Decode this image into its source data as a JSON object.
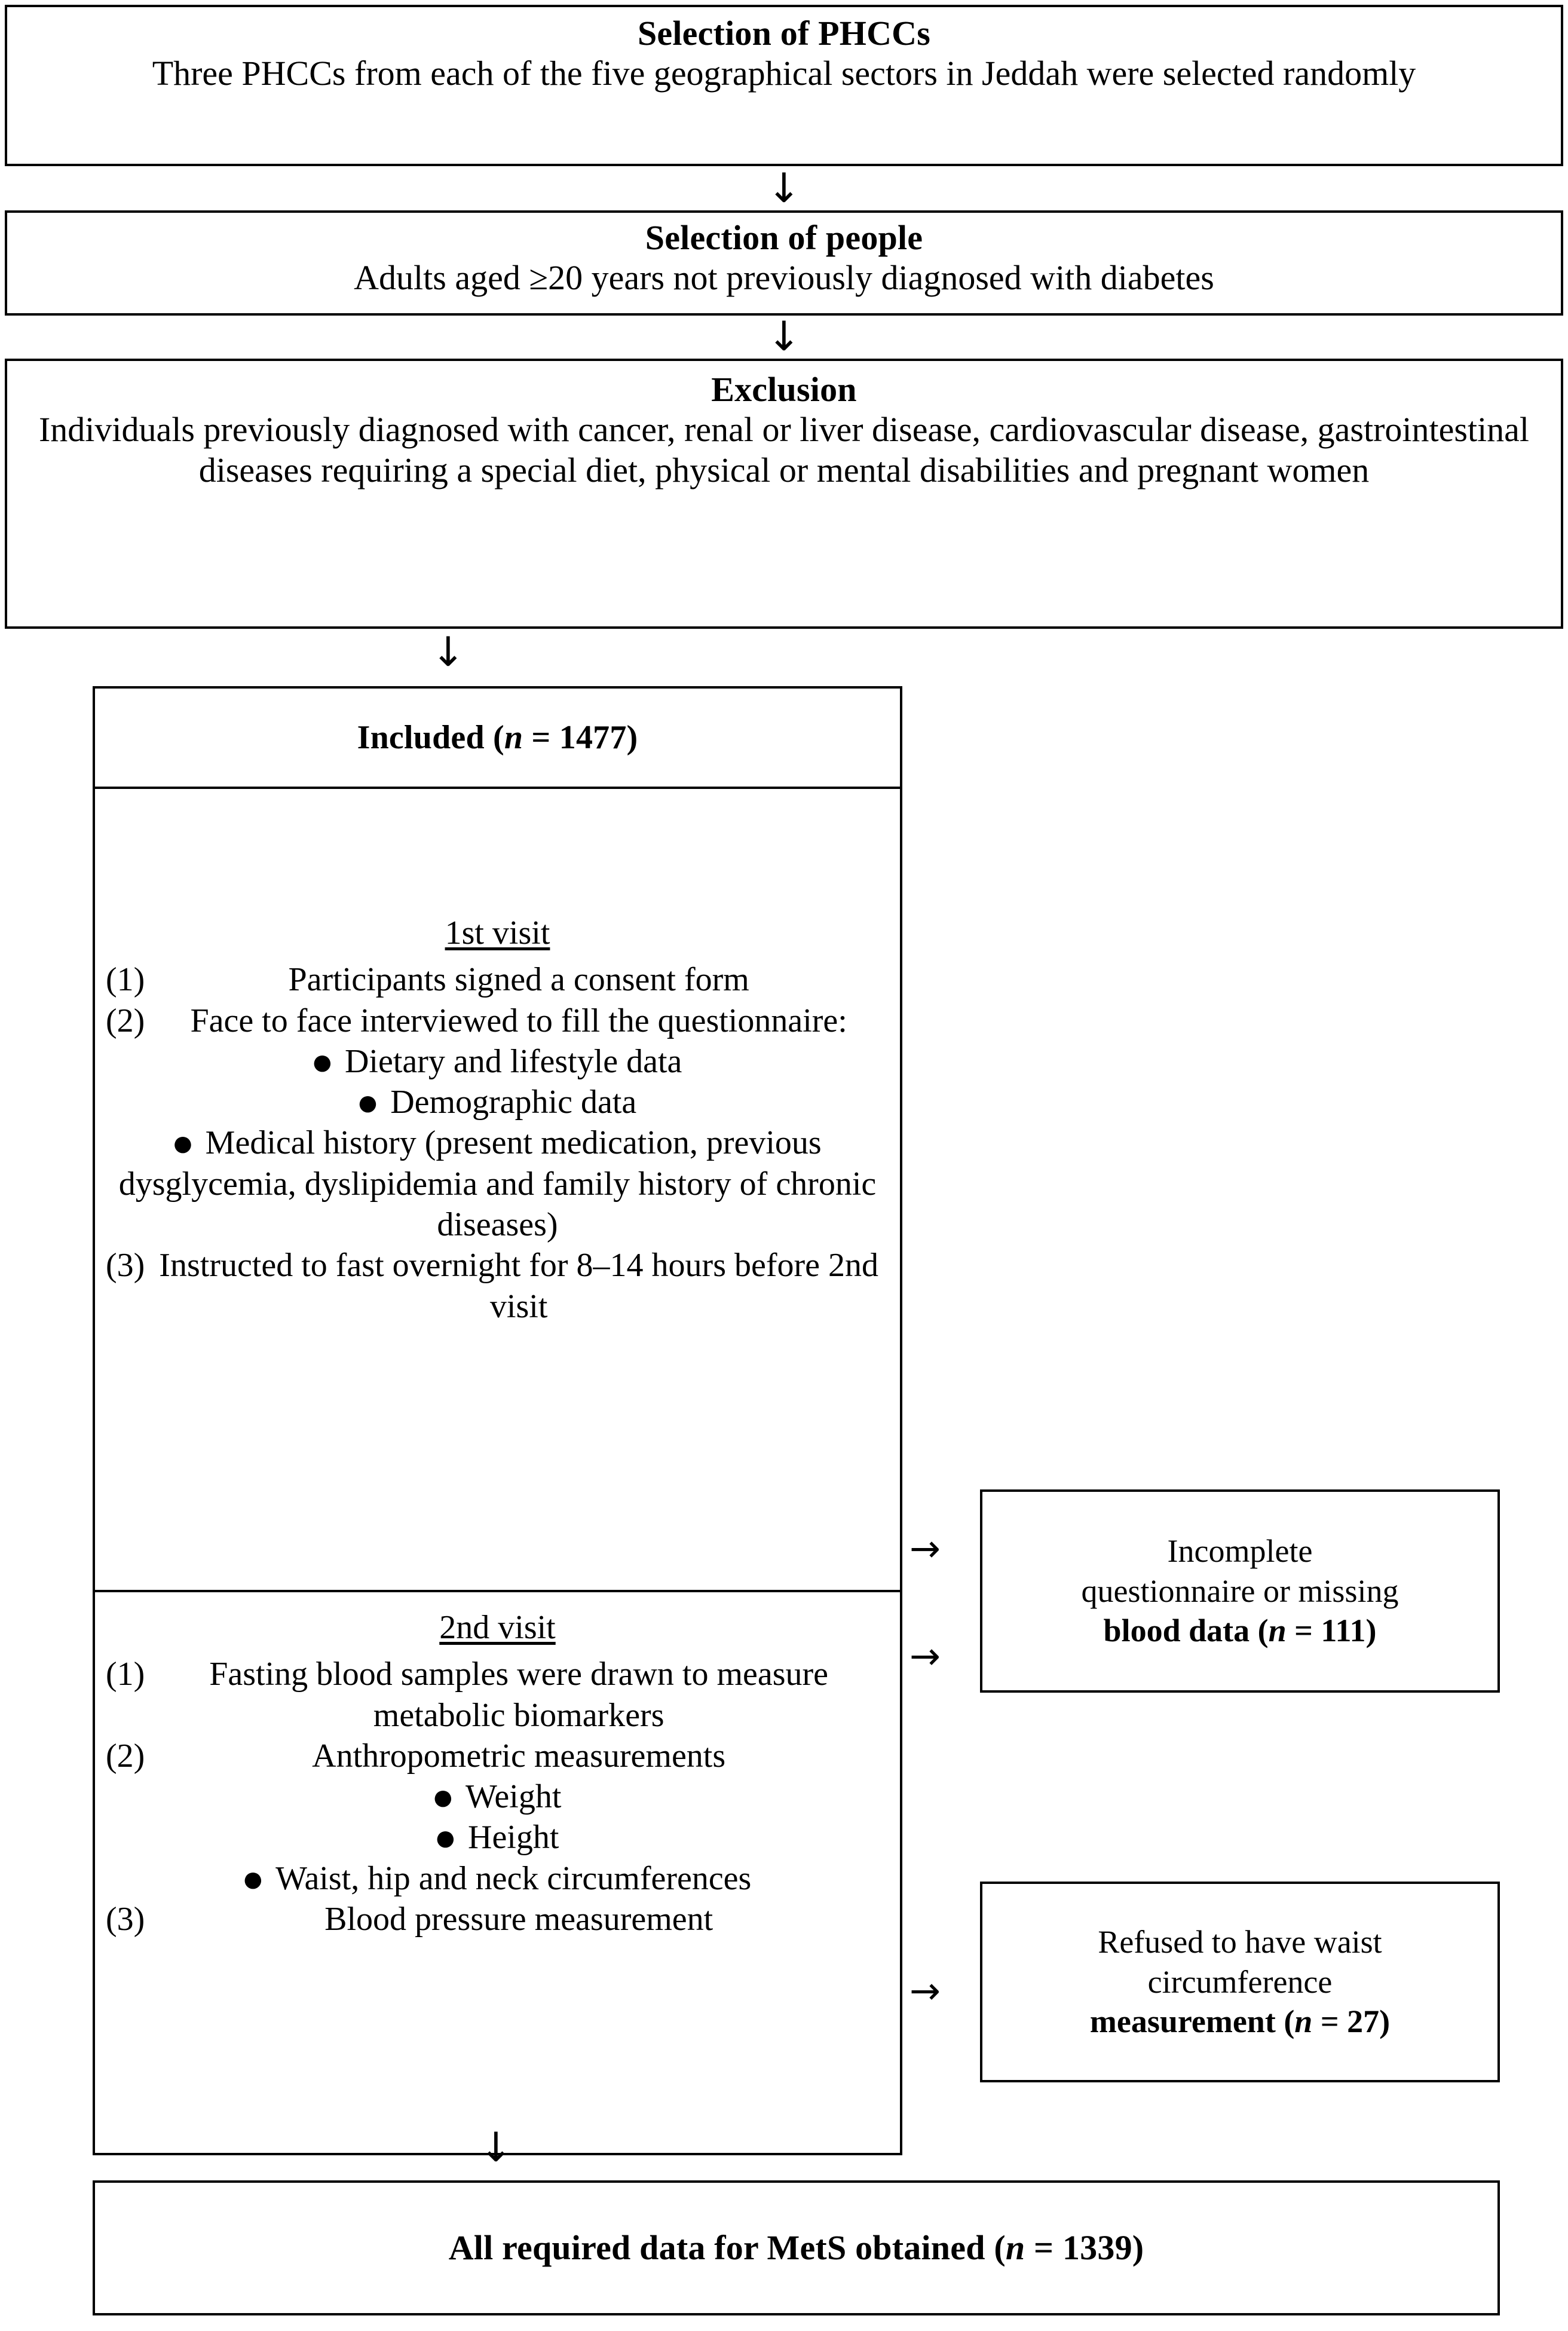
{
  "diagram": {
    "title": "Study participant selection flowchart",
    "type": "flowchart"
  },
  "boxes": {
    "phcc": {
      "title": "Selection of PHCCs",
      "text": "Three PHCCs from each of the five geographical sectors in Jeddah were selected randomly"
    },
    "people": {
      "title": "Selection of people",
      "text": "Adults aged ≥20 years not previously diagnosed with diabetes"
    },
    "exclusion": {
      "title": "Exclusion",
      "text": "Individuals previously diagnosed with cancer, renal or liver disease, cardiovascular disease, gastrointestinal diseases requiring a special diet, physical or mental disabilities and pregnant women"
    },
    "included": {
      "title_prefix": "Included (",
      "title_n": "n",
      "title_eq": " = 1477)"
    },
    "visit1": {
      "heading": "1st visit",
      "item1_marker": "(1)",
      "item1_text": "Participants signed a consent form",
      "item2_marker": "(2)",
      "item2_text": "Face to face interviewed to fill the questionnaire:",
      "bullet1": "Dietary and lifestyle data",
      "bullet2": "Demographic data",
      "bullet3": "Medical history (present medication, previous dysglycemia, dyslipidemia and family history of chronic diseases)",
      "item3_marker": "(3)",
      "item3_text": "Instructed to fast overnight for 8–14 hours before 2nd visit"
    },
    "visit2": {
      "heading": "2nd visit",
      "item1_marker": "(1)",
      "item1_text": "Fasting blood samples were drawn to measure metabolic biomarkers",
      "item2_marker": "(2)",
      "item2_text": "Anthropometric measurements",
      "bullet1": "Weight",
      "bullet2": "Height",
      "bullet3": "Waist, hip and neck circumferences",
      "item3_marker": "(3)",
      "item3_text": "Blood pressure measurement"
    },
    "incomplete": {
      "line1": "Incomplete",
      "line2": "questionnaire or missing",
      "line3_prefix": "blood data (",
      "line3_n": "n",
      "line3_suffix": " = 111)"
    },
    "refused": {
      "line1": "Refused to have waist",
      "line2": "circumference",
      "line3_prefix": "measurement (",
      "line3_n": "n",
      "line3_suffix": " = 27)"
    },
    "final": {
      "text_prefix": "All required data for MetS obtained (",
      "text_n": "n",
      "text_suffix": " = 1339)"
    }
  },
  "arrows": {
    "down_glyph": "↓",
    "right_glyph": "→"
  },
  "colors": {
    "stroke": "#000000",
    "background": "#ffffff"
  }
}
